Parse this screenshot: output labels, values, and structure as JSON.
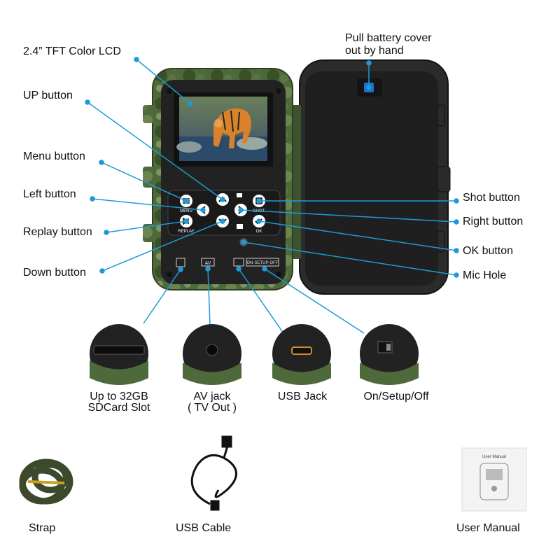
{
  "callouts": {
    "lcd": "2.4” TFT Color LCD",
    "up": "UP button",
    "menu": "Menu button",
    "left": "Left button",
    "replay": "Replay button",
    "down": "Down button",
    "battery": "Pull battery cover\nout by hand",
    "shot": "Shot button",
    "right": "Right button",
    "ok": "OK button",
    "mic": "Mic Hole"
  },
  "port_captions": {
    "sd": "Up to 32GB\nSDCard Slot",
    "av": "AV jack\n( TV Out )",
    "usb": "USB Jack",
    "switch": "On/Setup/Off"
  },
  "accessories": {
    "strap": "Strap",
    "cable": "USB Cable",
    "manual": "User Manual"
  },
  "panel_marks": {
    "menu": "MENU",
    "replay": "REPLAY",
    "shot": "SHOT",
    "ok": "OK",
    "av": "AV",
    "switch": "ON-SETUP-OFF",
    "manual_title": "User Manual"
  },
  "colors": {
    "callout_line": "#1e9ad6",
    "camo_green": "#4e6a3a",
    "panel_black": "#222222",
    "lid_gray": "#2b2b2b"
  }
}
